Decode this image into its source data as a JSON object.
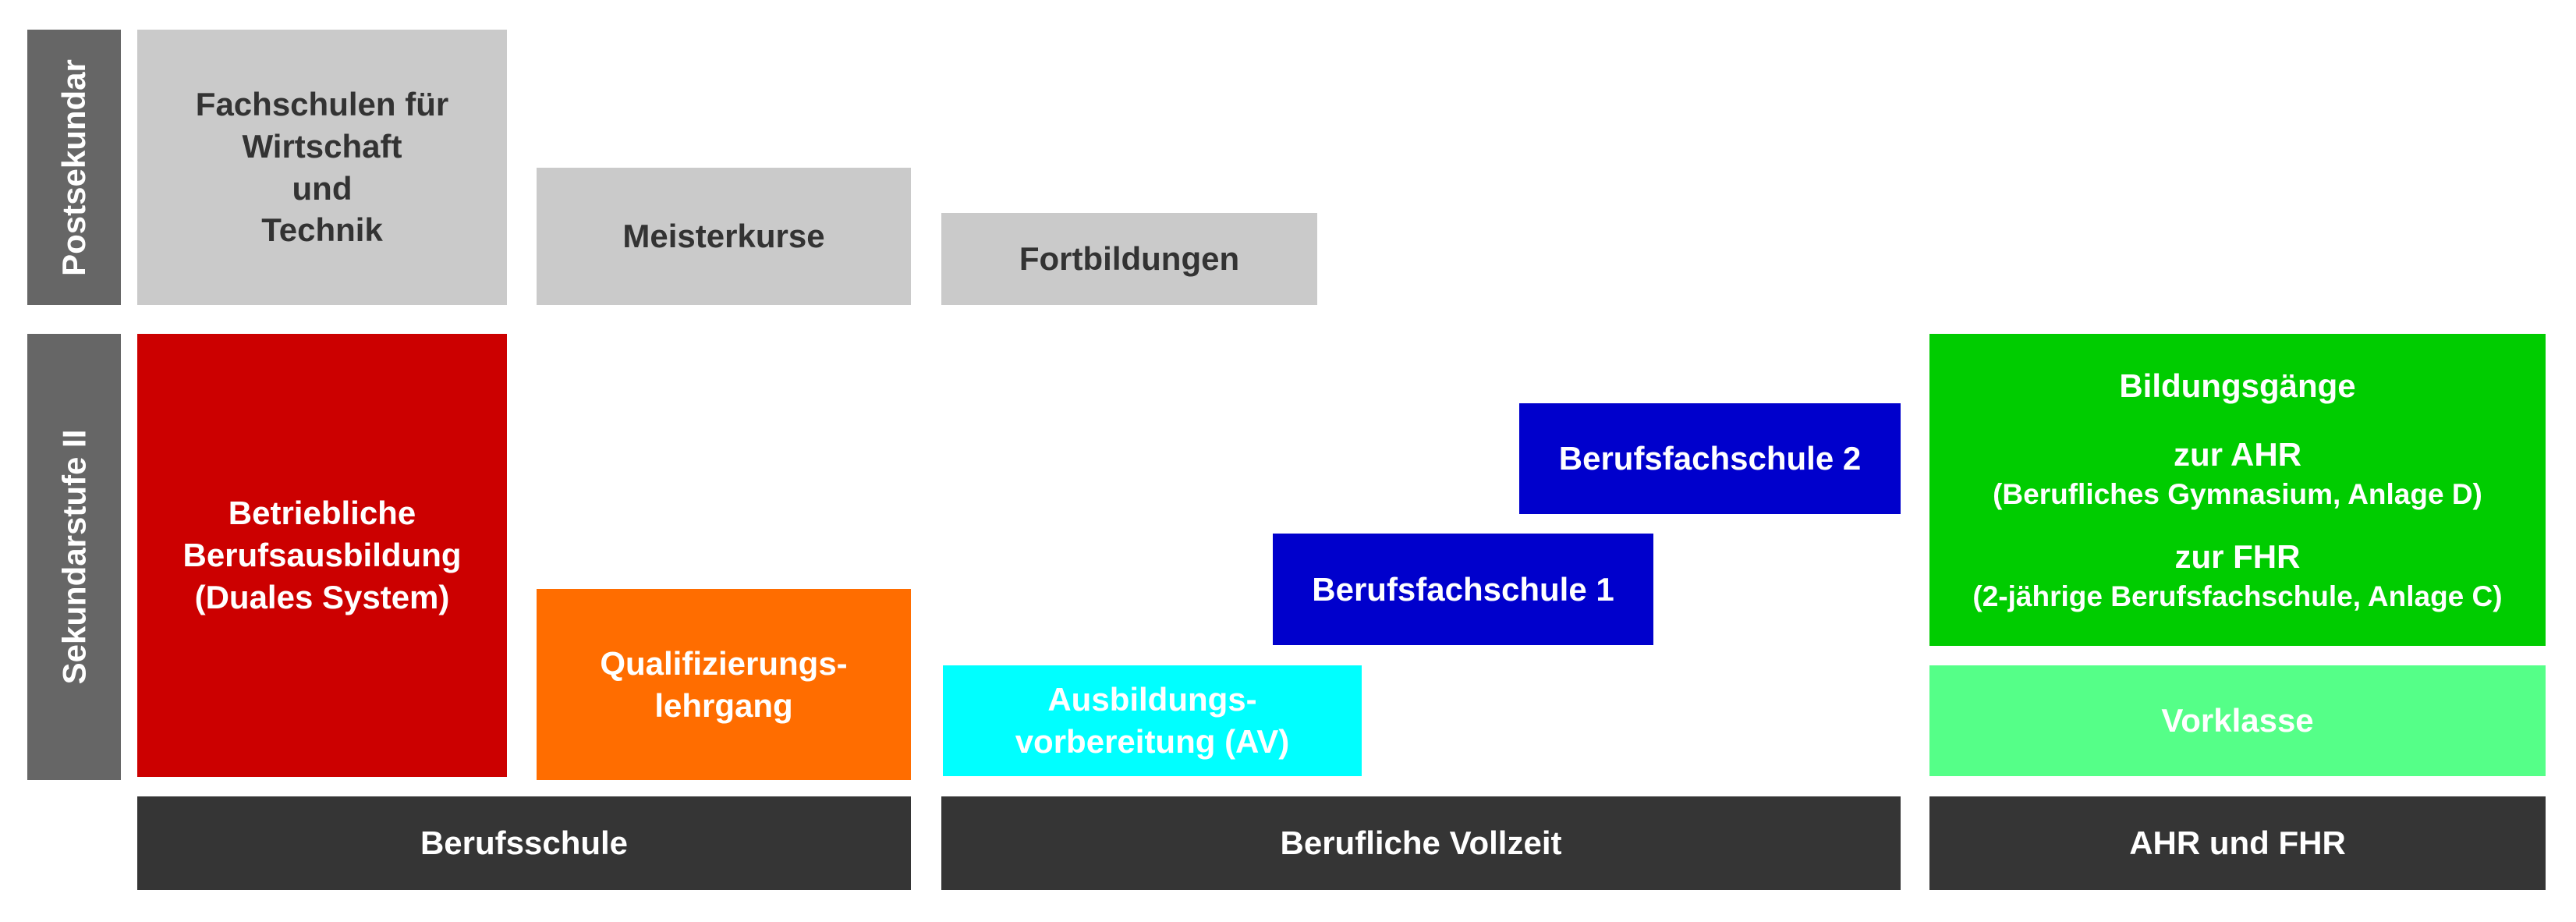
{
  "levels": {
    "post": "Postsekundar",
    "sek2": "Sekundarstufe II"
  },
  "post_boxes": {
    "fachschulen": [
      "Fachschulen für",
      "Wirtschaft",
      "und",
      "Technik"
    ],
    "meisterkurse": "Meisterkurse",
    "fortbildungen": "Fortbildungen"
  },
  "sek_boxes": {
    "betrieblich": [
      "Betriebliche",
      "Berufsausbildung",
      "(Duales System)"
    ],
    "qualifizierung": [
      "Qualifizierungs-",
      "lehrgang"
    ],
    "ausbildung": [
      "Ausbildungs-",
      "vorbereitung (AV)"
    ],
    "bfs1": "Berufsfachschule 1",
    "bfs2": "Berufsfachschule 2",
    "bildungsgaenge": {
      "title": "Bildungsgänge",
      "ahr": "zur AHR",
      "ahr_note": "(Berufliches Gymnasium, Anlage D)",
      "fhr": "zur FHR",
      "fhr_note": "(2-jährige Berufsfachschule, Anlage C)"
    },
    "vorklasse": "Vorklasse"
  },
  "bottom_bars": {
    "berufsschule": "Berufsschule",
    "vollzeit": "Berufliche Vollzeit",
    "ahr_fhr": "AHR und FHR"
  },
  "colors": {
    "level_gray": "#666666",
    "post_gray": "#cacaca",
    "dual_red": "#cc0000",
    "qualifizierung_orange": "#ff6d00",
    "av_cyan": "#00ffff",
    "bfs_blue": "#0000cc",
    "bildung_green": "#00cc00",
    "vorklasse_green": "#55ff88",
    "bar_dark": "#353535"
  }
}
